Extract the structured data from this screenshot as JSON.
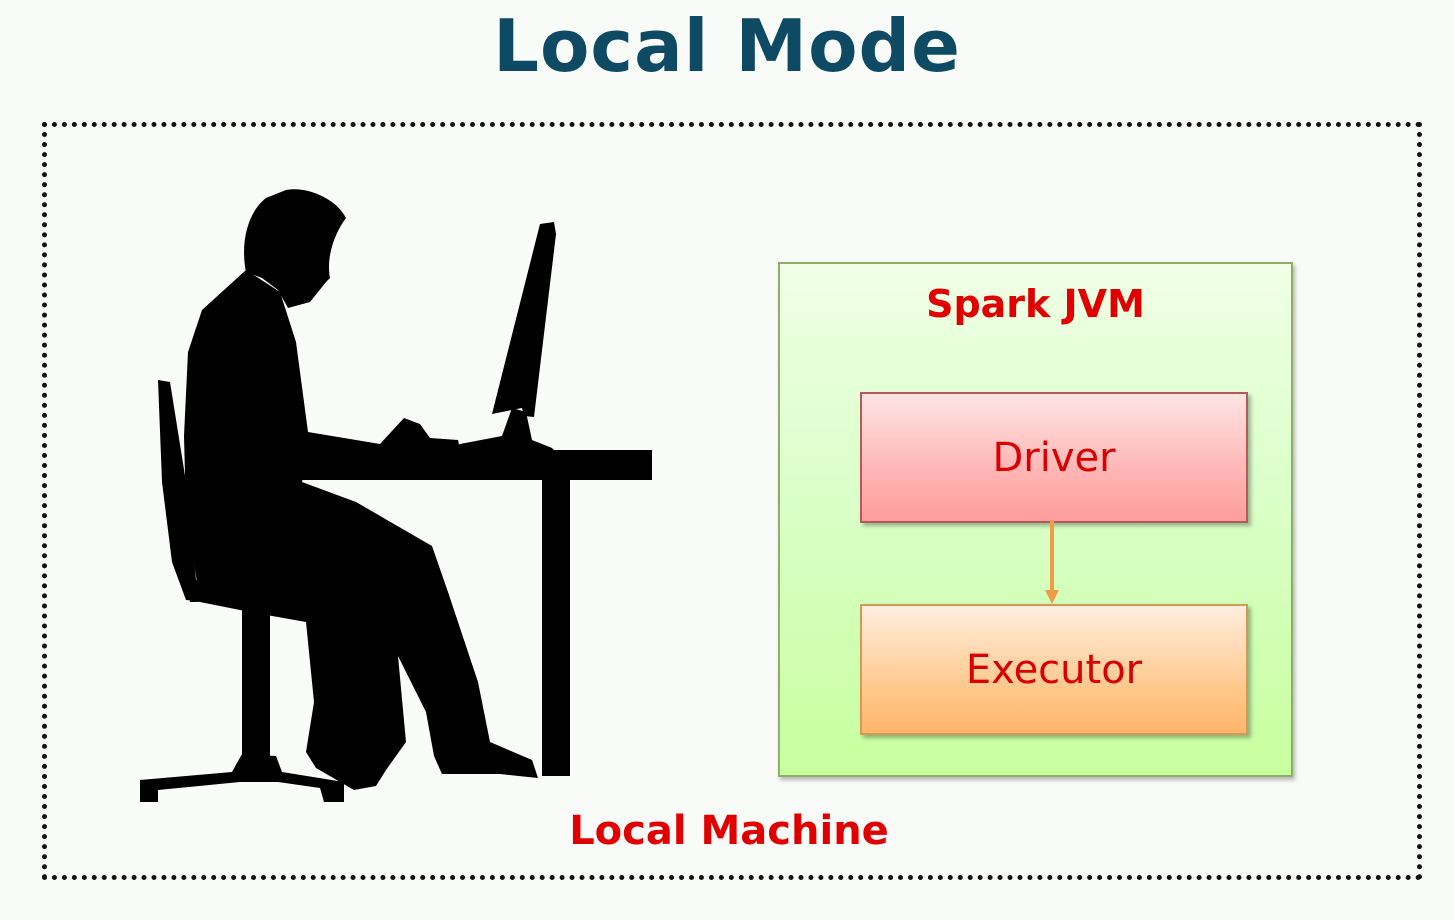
{
  "title": "Local Mode",
  "machine": {
    "label": "Local Machine"
  },
  "jvm": {
    "title": "Spark JVM",
    "driver_label": "Driver",
    "executor_label": "Executor"
  },
  "illustration": {
    "icon": "person-at-computer-silhouette-icon"
  },
  "colors": {
    "title": "#0e4a63",
    "labels": "#e00000",
    "jvm_fill": "#d6ffc2",
    "driver_fill": "#ffb2b2",
    "executor_fill": "#ffc88c",
    "arrow": "#f09a4a"
  }
}
